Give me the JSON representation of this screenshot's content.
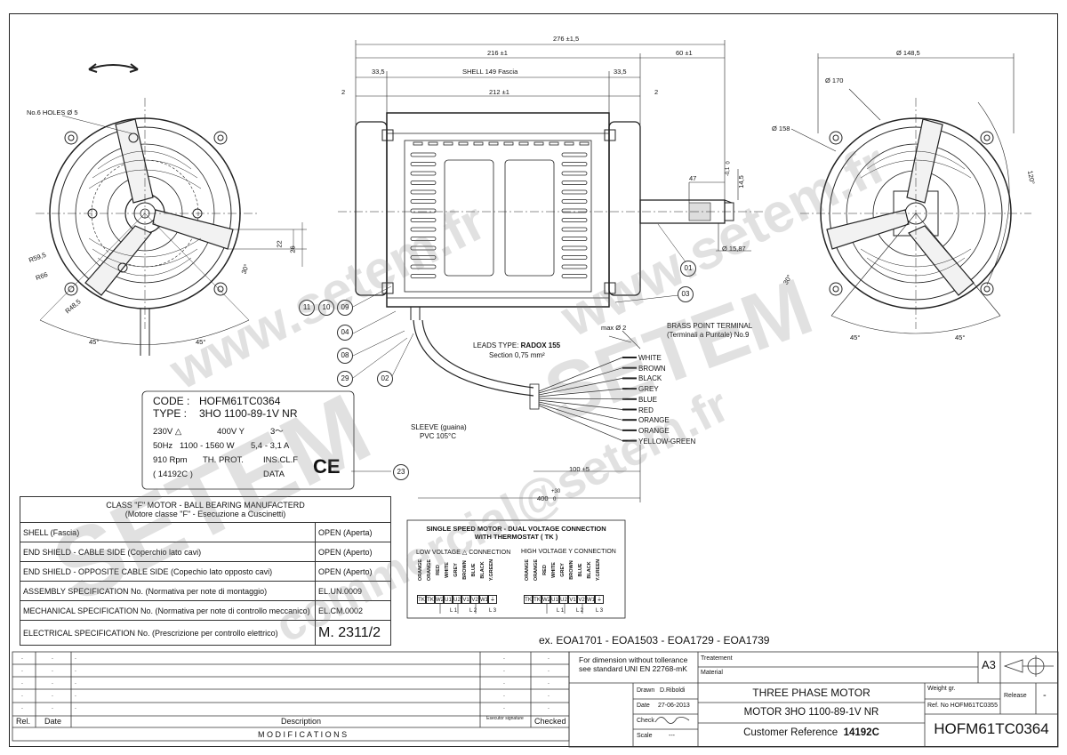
{
  "drawing": {
    "dims": {
      "overall": "276 ±1,5",
      "left_len": "216 ±1",
      "shaft_len": "60 ±1",
      "shell_left": "33,5",
      "shell_label": "SHELL  149  Fascia",
      "shell_right": "33,5",
      "gap_left": "2",
      "body_len": "212 ±1",
      "gap_right": "2",
      "shaft_key": "47",
      "shaft_h": "14,5",
      "shaft_h_tol_top": "0",
      "shaft_h_tol_bot": "-0,1",
      "shaft_dia": "Ø 15,87",
      "right_dia_outer": "Ø 148,5",
      "right_dia_170": "Ø 170",
      "right_dia_158": "Ø 158",
      "right_angle_120": "120°",
      "right_angle_30": "30°",
      "right_angle_45a": "45°",
      "right_angle_45b": "45°",
      "left_holes": "No.6 HOLES  Ø 5",
      "left_r595": "R59,5",
      "left_r66": "R66",
      "left_r485": "R48,5",
      "left_22": "22",
      "left_26": "26",
      "left_30": "30°",
      "left_45a": "45°",
      "left_45b": "45°",
      "max2": "max Ø 2",
      "leads_100": "100 ±5",
      "leads_400": "400",
      "leads_400_tol_top": "+30",
      "leads_400_tol_bot": "0"
    },
    "balloons": [
      "01",
      "03",
      "11",
      "10",
      "09",
      "04",
      "08",
      "29",
      "02",
      "23"
    ],
    "brass": [
      "BRASS POINT TERMINAL",
      "(Terminali a Puntale)  No.9"
    ],
    "leads_type_prefix": "LEADS TYPE: ",
    "leads_type_value": "RADOX 155",
    "leads_section": "Section  0,75 mm²",
    "sleeve": [
      "SLEEVE (guaina)",
      "PVC  105°C"
    ],
    "wire_colors": [
      "WHITE",
      "BROWN",
      "BLACK",
      "GREY",
      "BLUE",
      "RED",
      "ORANGE",
      "ORANGE",
      "YELLOW-GREEN"
    ]
  },
  "plate": {
    "code_label": "CODE :",
    "code_value": "HOFM61TC0364",
    "type_label": "TYPE :",
    "type_value": "3HO 1100-89-1V  NR",
    "v1": "230V △",
    "v2": "400V Y",
    "phases": "3～",
    "hz": "50Hz",
    "watts": "1100 - 1560 W",
    "amps": "5,4 - 3,1 A",
    "rpm": "910 Rpm",
    "prot": "TH. PROT.",
    "ins": "INS.CL.F",
    "ref": "( 14192C )",
    "data": "DATA",
    "ce": "CE"
  },
  "spec_table": {
    "header": "CLASS \"F\" MOTOR  -  BALL BEARING MANUFACTERD",
    "header_it": "(Motore classe \"F\" - Esecuzione a Cuscinetti)",
    "rows": [
      {
        "label": "SHELL (Fascia)",
        "value": "OPEN  (Aperta)"
      },
      {
        "label": "END SHIELD - CABLE SIDE (Coperchio lato cavi)",
        "value": "OPEN  (Aperto)"
      },
      {
        "label": "END SHIELD - OPPOSITE CABLE SIDE (Copechio lato opposto cavi)",
        "value": "OPEN  (Aperto)"
      },
      {
        "label": "ASSEMBLY SPECIFICATION  No. (Normativa per note di montaggio)",
        "value": "EL.UN.0009"
      },
      {
        "label": "MECHANICAL SPECIFICATION No. (Normativa per note di controllo meccanico)",
        "value": "EL.CM.0002"
      },
      {
        "label": "ELECTRICAL SPECIFICATION No. (Prescrizione per controllo elettrico)",
        "value": "M.  2311/2"
      }
    ]
  },
  "connection": {
    "title1": "SINGLE SPEED MOTOR  -  DUAL VOLTAGE CONNECTION",
    "title2": "WITH THERMOSTAT  ( TK )",
    "low": "LOW VOLTAGE  △  CONNECTION",
    "high": "HIGH VOLTAGE  Y  CONNECTION",
    "low_wires": [
      "ORANGE",
      "ORANGE",
      "RED",
      "WHITE",
      "GREY",
      "BROWN",
      "BLUE",
      "BLACK",
      "Y.GREEN"
    ],
    "high_wires": [
      "ORANGE",
      "ORANGE",
      "RED",
      "WHITE",
      "GREY",
      "BROWN",
      "BLUE",
      "BLACK",
      "Y.GREEN"
    ],
    "terminals": [
      "TK",
      "TK",
      "W2",
      "U1",
      "U2",
      "V1",
      "V2",
      "W1",
      "⏚"
    ],
    "lines": [
      "L 1",
      "L 2",
      "L 3"
    ]
  },
  "equivalents": "ex.  EOA1701 - EOA1503 - EOA1729 - EOA1739",
  "title_block": {
    "tolerance": [
      "For dimension without tollerance",
      "see standard UNI EN 22768-mK"
    ],
    "treatment": "Treatement",
    "material": "Material",
    "sheet": "A3",
    "drawn_label": "Drawn",
    "drawn_value": "D.Riboldi",
    "date_label": "Date",
    "date_value": "27-06-2013",
    "check_label": "Check",
    "scale_label": "Scale",
    "scale_value": "---",
    "title1": "THREE  PHASE  MOTOR",
    "title2": "MOTOR  3HO 1100-89-1V  NR",
    "customer_ref_label": "Customer Reference",
    "customer_ref_value": "14192C",
    "weight": "Weight gr.",
    "ref_no": "Ref. No  HOFM61TC0355",
    "release": "Release",
    "release_value": "-",
    "drawing_no": "HOFM61TC0364",
    "rev_headers": {
      "rel": "Rel.",
      "date": "Date",
      "desc": "Description",
      "exec": "Esecutor signature",
      "checked": "Checked"
    },
    "modifications": "M O D I F I C A T I O N S"
  },
  "watermark": [
    "www.setem.fr",
    "SETEM",
    "commercial@setem.fr",
    "SETEM",
    "www.setem.fr"
  ]
}
